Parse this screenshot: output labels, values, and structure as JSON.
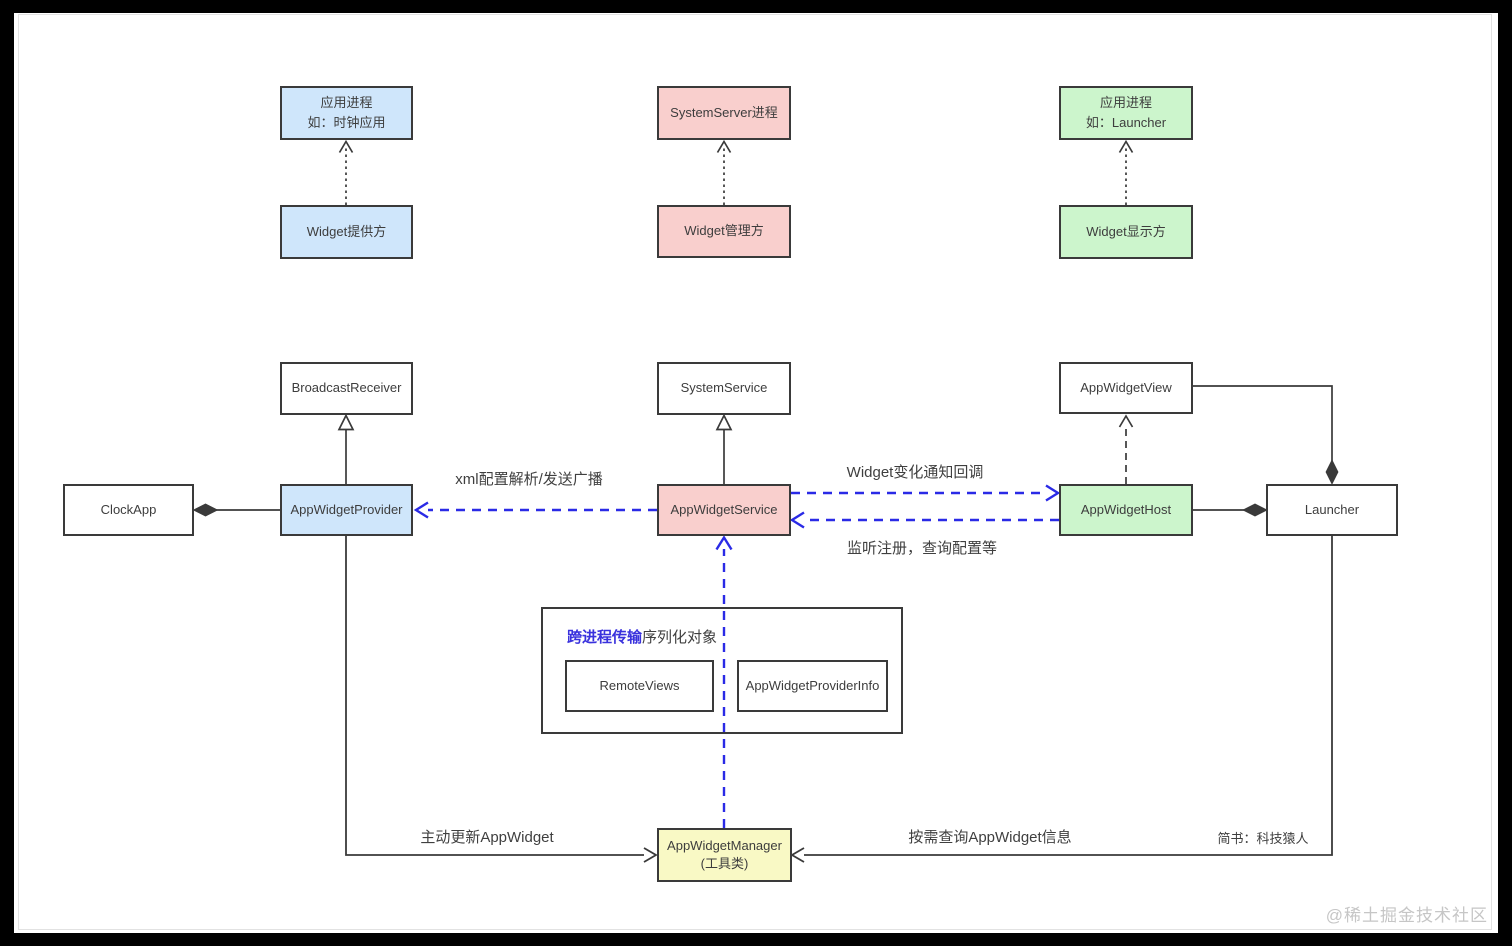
{
  "nodes": {
    "appProcessClock": {
      "line1": "应用进程",
      "line2": "如：时钟应用"
    },
    "systemServerProcess": "SystemServer进程",
    "appProcessLauncher": {
      "line1": "应用进程",
      "line2": "如：Launcher"
    },
    "widgetProviderRole": "Widget提供方",
    "widgetManagerRole": "Widget管理方",
    "widgetDisplayRole": "Widget显示方",
    "broadcastReceiver": "BroadcastReceiver",
    "systemService": "SystemService",
    "appWidgetView": "AppWidgetView",
    "clockApp": "ClockApp",
    "appWidgetProvider": "AppWidgetProvider",
    "appWidgetService": "AppWidgetService",
    "appWidgetHost": "AppWidgetHost",
    "launcher": "Launcher",
    "remoteViews": "RemoteViews",
    "appWidgetProviderInfo": "AppWidgetProviderInfo",
    "appWidgetManager": {
      "line1": "AppWidgetManager",
      "line2": "(工具类)"
    }
  },
  "groupBox": {
    "titleHighlight": "跨进程传输",
    "titleRest": "序列化对象"
  },
  "edgeLabels": {
    "xmlParse": "xml配置解析/发送广播",
    "widgetChangeCallback": "Widget变化通知回调",
    "listenRegister": "监听注册，查询配置等",
    "activeUpdate": "主动更新AppWidget",
    "queryInfo": "按需查询AppWidget信息",
    "credit": "简书：科技猿人"
  },
  "watermark": "@稀土掘金技术社区",
  "colors": {
    "blueFill": "#cfe6fb",
    "pinkFill": "#f9cfcd",
    "greenFill": "#ccf5cc",
    "yellowFill": "#f9f9c5",
    "lineColor": "#3a3a3a",
    "blueArrow": "#2a2ae6",
    "highlightText": "#3a32dd"
  }
}
